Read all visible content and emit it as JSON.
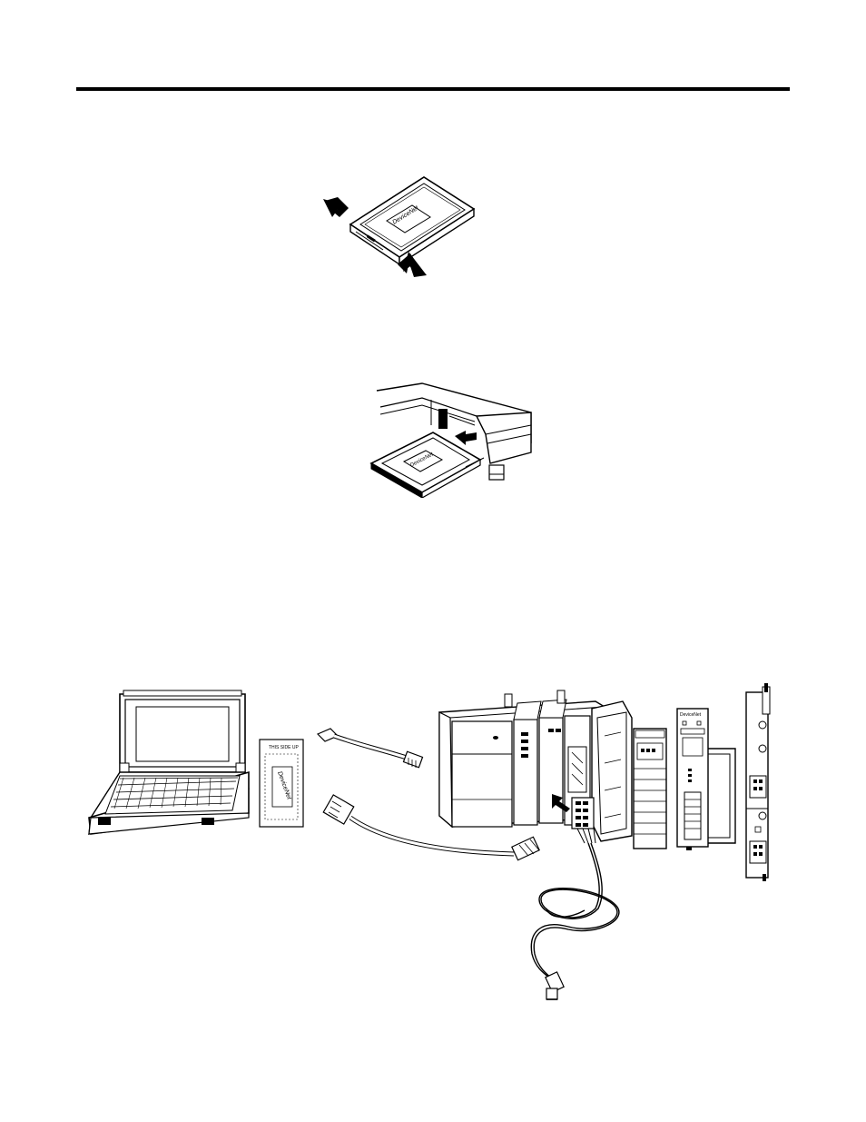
{
  "page": {
    "figures": [
      {
        "id": "card-squeeze",
        "card_logo": "DeviceNet"
      },
      {
        "id": "card-insert",
        "card_logo": "DeviceNet"
      },
      {
        "id": "system-connection",
        "card_logo": "DeviceNet",
        "card_top_label": "THIS SIDE UP",
        "module_brand": "DeviceNet"
      }
    ]
  }
}
